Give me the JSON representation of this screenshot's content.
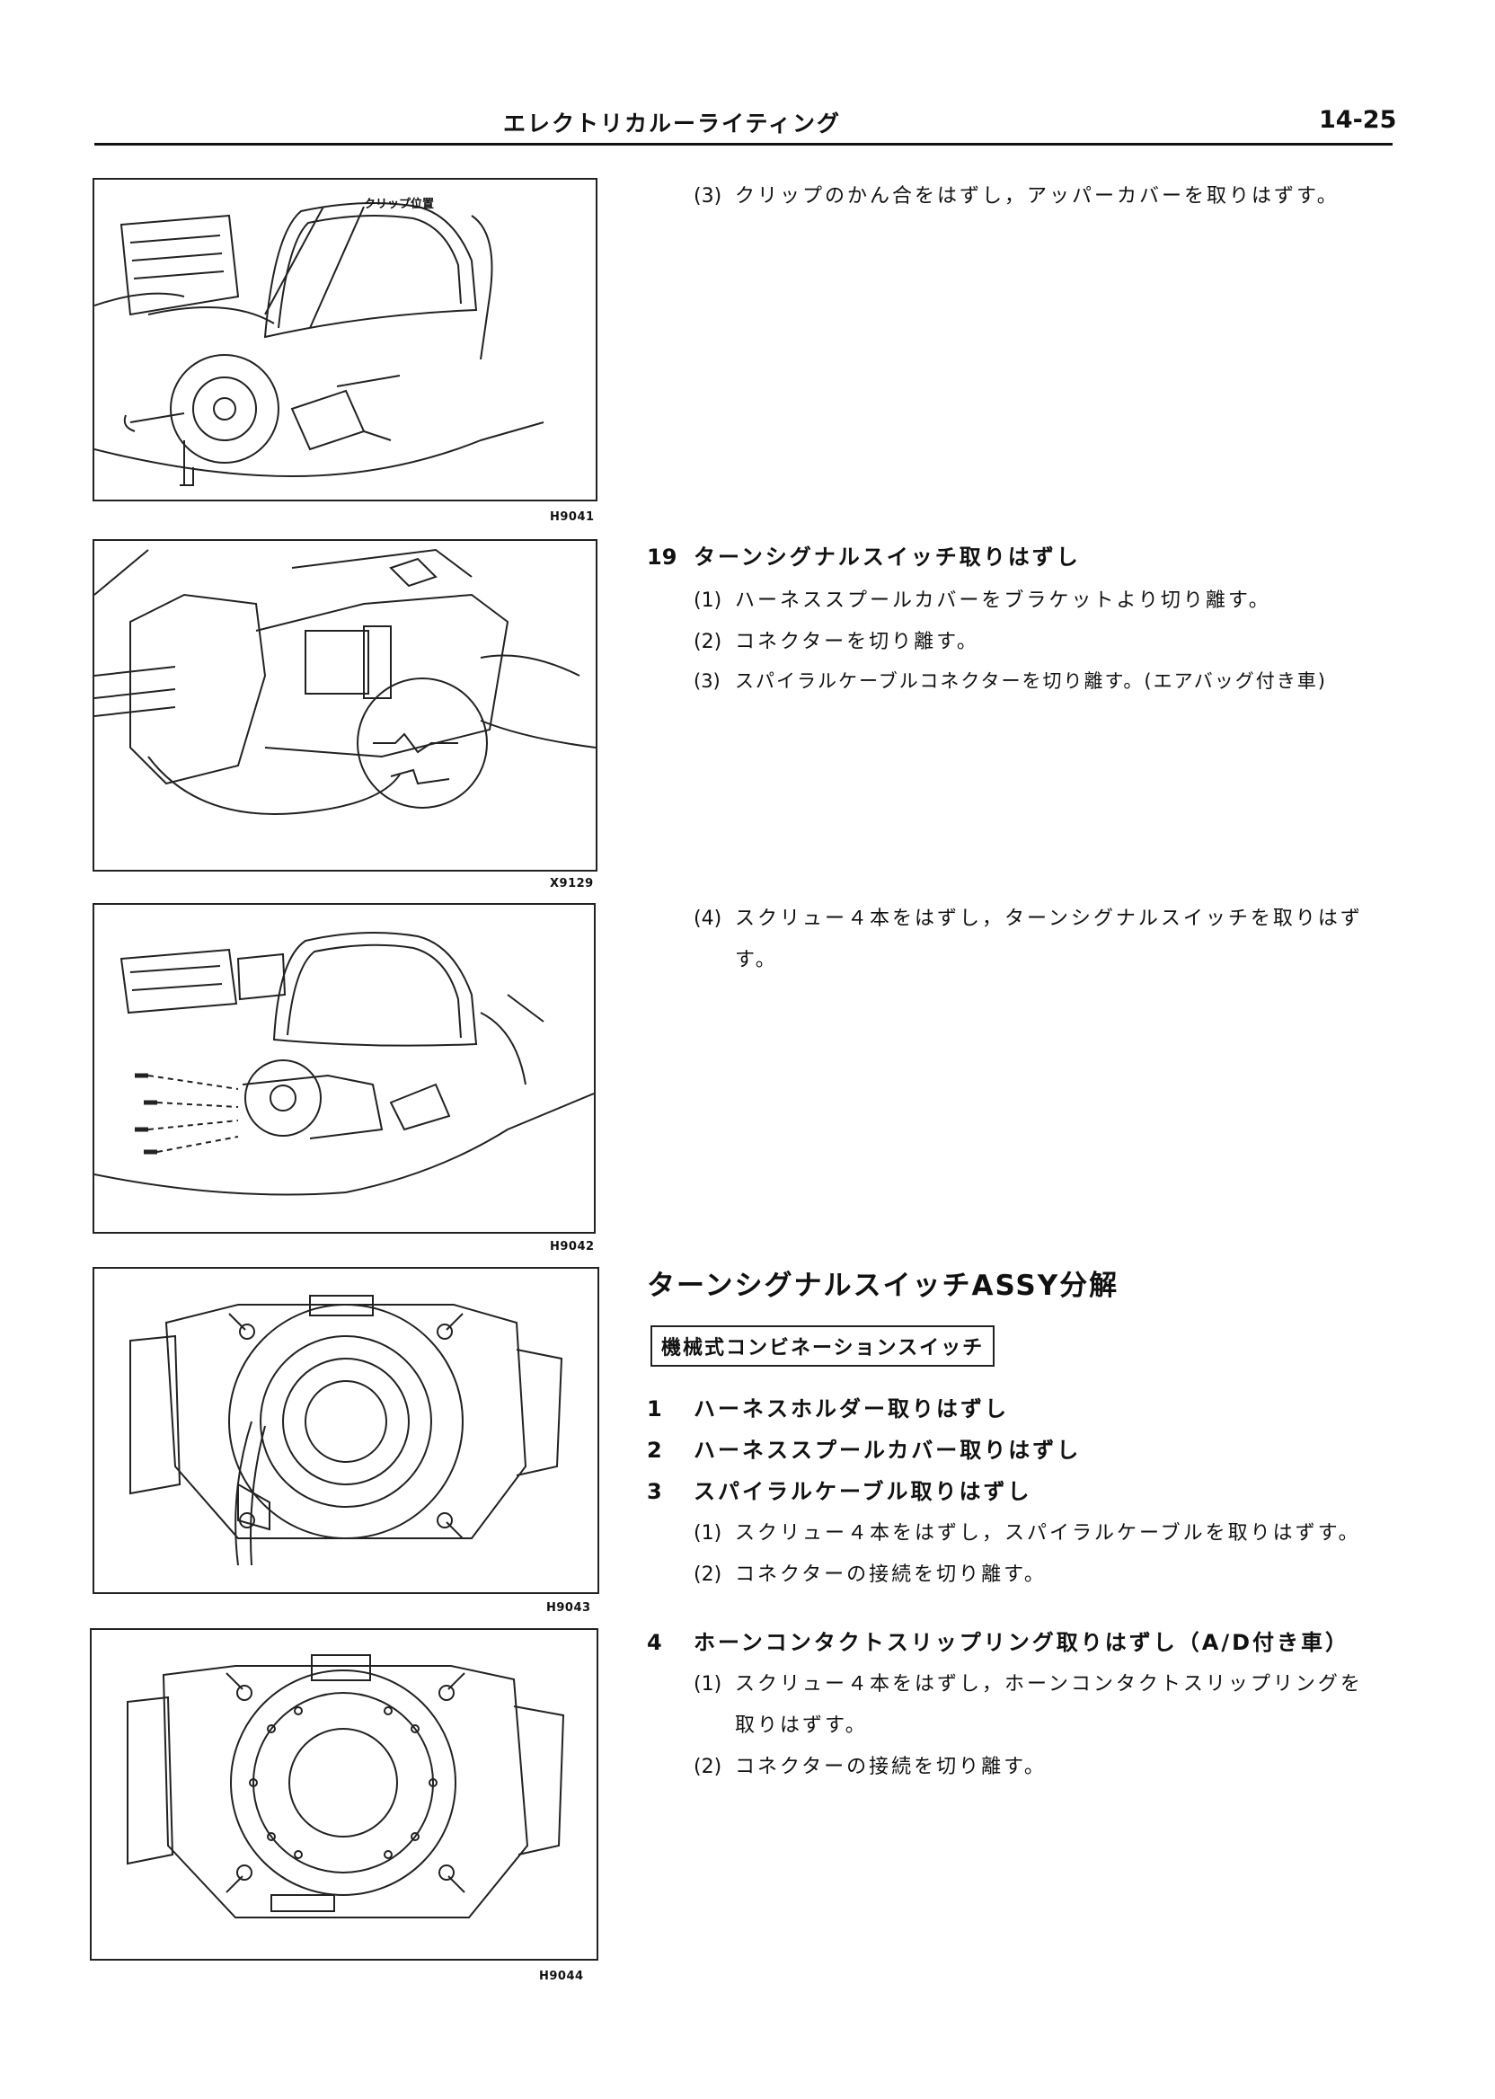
{
  "header": {
    "title": "エレクトリカルーライティング",
    "page": "14-25"
  },
  "figures": {
    "fig1": {
      "code": "H9041",
      "label": "クリップ位置"
    },
    "fig2": {
      "code": "X9129"
    },
    "fig3": {
      "code": "H9042"
    },
    "fig4": {
      "code": "H9043"
    },
    "fig5": {
      "code": "H9044"
    }
  },
  "block1": {
    "s3_num": "(3)",
    "s3_text": "クリップのかん合をはずし，アッパーカバーを取りはずす。"
  },
  "block2": {
    "heading_num": "19",
    "heading_text": "ターンシグナルスイッチ取りはずし",
    "s1_num": "(1)",
    "s1_text": "ハーネススプールカバーをブラケットより切り離す。",
    "s2_num": "(2)",
    "s2_text": "コネクターを切り離す。",
    "s3_num": "(3)",
    "s3_text": "スパイラルケーブルコネクターを切り離す。(エアバッグ付き車)"
  },
  "block3": {
    "s4_num": "(4)",
    "s4_line1": "スクリュー４本をはずし，ターンシグナルスイッチを取りはず",
    "s4_line2": "す。"
  },
  "section": {
    "title": "ターンシグナルスイッチASSY分解",
    "subtitle": "機械式コンビネーションスイッチ",
    "h1_num": "1",
    "h1_text": "ハーネスホルダー取りはずし",
    "h2_num": "2",
    "h2_text": "ハーネススプールカバー取りはずし",
    "h3_num": "3",
    "h3_text": "スパイラルケーブル取りはずし",
    "h3_s1_num": "(1)",
    "h3_s1_text": "スクリュー４本をはずし，スパイラルケーブルを取りはずす。",
    "h3_s2_num": "(2)",
    "h3_s2_text": "コネクターの接続を切り離す。",
    "h4_num": "4",
    "h4_text": "ホーンコンタクトスリップリング取りはずし（A/D付き車）",
    "h4_s1_num": "(1)",
    "h4_s1_line1": "スクリュー４本をはずし，ホーンコンタクトスリップリングを",
    "h4_s1_line2": "取りはずす。",
    "h4_s2_num": "(2)",
    "h4_s2_text": "コネクターの接続を切り離す。"
  }
}
